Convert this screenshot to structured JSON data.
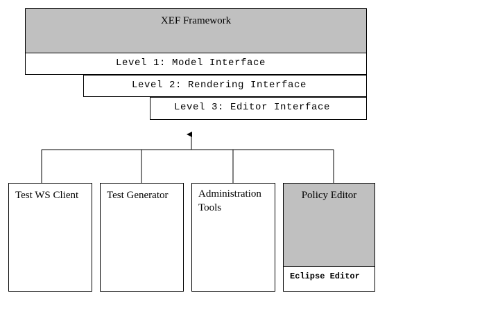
{
  "framework": {
    "title": "XEF Framework",
    "levels": [
      "Level 1: Model Interface",
      "Level 2: Rendering Interface",
      "Level 3: Editor Interface"
    ]
  },
  "components": [
    {
      "label": "Test WS Client"
    },
    {
      "label": "Test Generator"
    },
    {
      "label": "Administration Tools"
    },
    {
      "label": "Policy Editor",
      "sublabel": "Eclipse Editor"
    }
  ],
  "colors": {
    "fill_gray": "#c0c0c0",
    "stroke": "#000000",
    "background": "#ffffff"
  }
}
